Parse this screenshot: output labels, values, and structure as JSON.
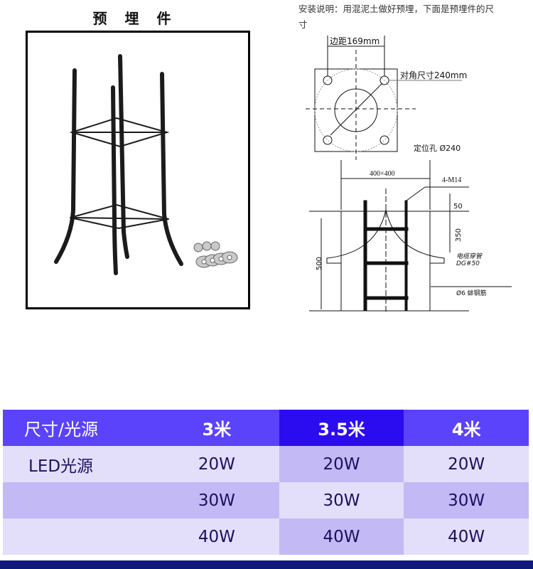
{
  "title": "预 埋 件",
  "install_note": "安装说明：用混泥土做好预埋，下面是预埋件的尺寸",
  "diagram_top": {
    "edge_distance": "边距169mm",
    "diagonal": "对角尺寸240mm",
    "bolt_circle": "定位孔 Ø240"
  },
  "diagram_bottom": {
    "base_size": "400×400",
    "bolts": "4-M14",
    "dim_50": "50",
    "dim_350": "350",
    "dim_500": "500",
    "conduit": "电缆穿管 DG#50",
    "rebar": "Ø6 蚌钢筋"
  },
  "table": {
    "header": [
      "尺寸/光源",
      "3米",
      "3.5米",
      "4米"
    ],
    "rows": [
      {
        "label": "LED光源",
        "values": [
          "20W",
          "20W",
          "20W"
        ]
      },
      {
        "label": "",
        "values": [
          "30W",
          "30W",
          "30W"
        ]
      },
      {
        "label": "",
        "values": [
          "40W",
          "40W",
          "40W"
        ]
      }
    ]
  },
  "colors": {
    "header": "#5b43fb",
    "header_highlight": "#2b0bf0",
    "cell_light": "#e3dffa",
    "cell_mid": "#c3b9f5",
    "footer": "#0d1a7a"
  }
}
